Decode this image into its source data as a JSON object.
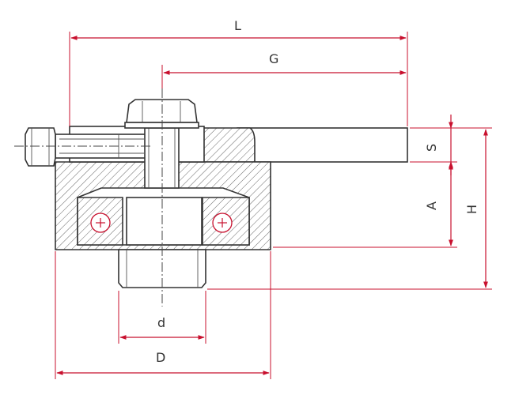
{
  "dimensions": {
    "L": "L",
    "G": "G",
    "S": "S",
    "A": "A",
    "H": "H",
    "d": "d",
    "D": "D"
  },
  "colors": {
    "dimension": "#c8102e",
    "object": "#333333"
  }
}
